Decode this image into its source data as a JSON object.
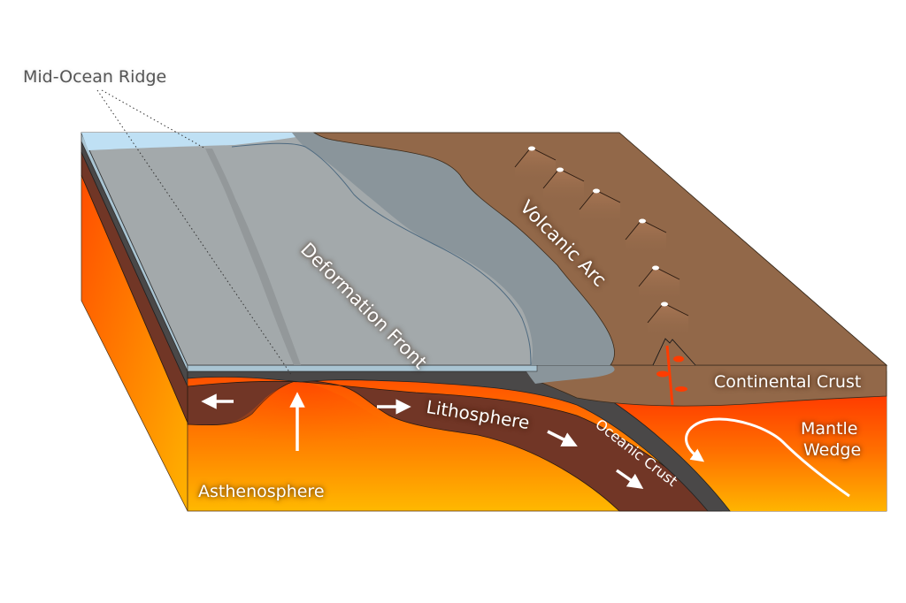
{
  "title_callout": "Mid-Ocean Ridge",
  "labels": {
    "deformation_front": "Deformation Front",
    "volcanic_arc": "Volcanic Arc",
    "continental_crust": "Continental Crust",
    "lithosphere": "Lithosphere",
    "oceanic_crust": "Oceanic Crust",
    "mantle_wedge_line1": "Mantle",
    "mantle_wedge_line2": "Wedge",
    "asthenosphere": "Asthenosphere"
  },
  "colors": {
    "ocean": "#bfe0f4",
    "seafloor": "#a3a9ab",
    "accretionary_wedge": "#8a959b",
    "continent": "#926849",
    "crust_dark": "#4a4848",
    "lithosphere": "#713626",
    "magma": "#e53a00",
    "asthenosphere_top": "#ff5a00",
    "asthenosphere_bottom": "#ffb300"
  },
  "volcano_count": 6
}
